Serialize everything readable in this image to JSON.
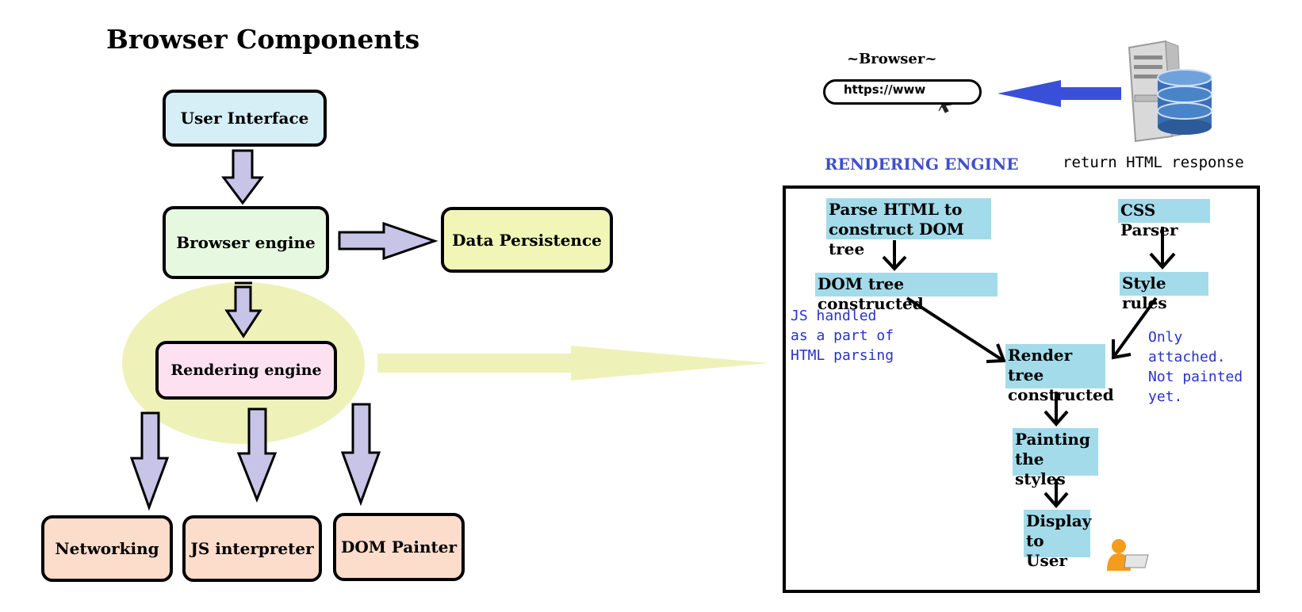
{
  "left": {
    "title": "Browser Components",
    "user_interface": "User Interface",
    "browser_engine": "Browser engine",
    "data_persistence": "Data Persistence",
    "rendering_engine": "Rendering engine",
    "networking": "Networking",
    "js_interpreter": "JS interpreter",
    "dom_painter": "DOM Painter"
  },
  "right": {
    "browser_label": "~Browser~",
    "url_text": "https://www",
    "return_label": "return HTML response",
    "heading": "RENDERING ENGINE",
    "parse_html": "Parse HTML to construct DOM tree",
    "css_parser": "CSS Parser",
    "dom_constructed": "DOM tree constructed",
    "style_rules": "Style rules",
    "render_tree": "Render tree constructed",
    "painting": "Painting the styles",
    "display": "Display to User",
    "note_js": "JS handled\nas a part of\nHTML parsing",
    "note_attached": "Only\nattached.\nNot painted\nyet."
  },
  "colors": {
    "ui": "#d6eef6",
    "browser_engine": "#e6f8df",
    "data_persistence": "#f1f5b6",
    "rendering_engine": "#fde1f0",
    "components": "#fcdccb",
    "arrow_fill": "#c8c4e8",
    "highlight": "#eef2b8",
    "steps": "#a3dbea",
    "heading": "#4050c8",
    "notes": "#2a33c8",
    "blue_arrow": "#3a4fd8"
  }
}
